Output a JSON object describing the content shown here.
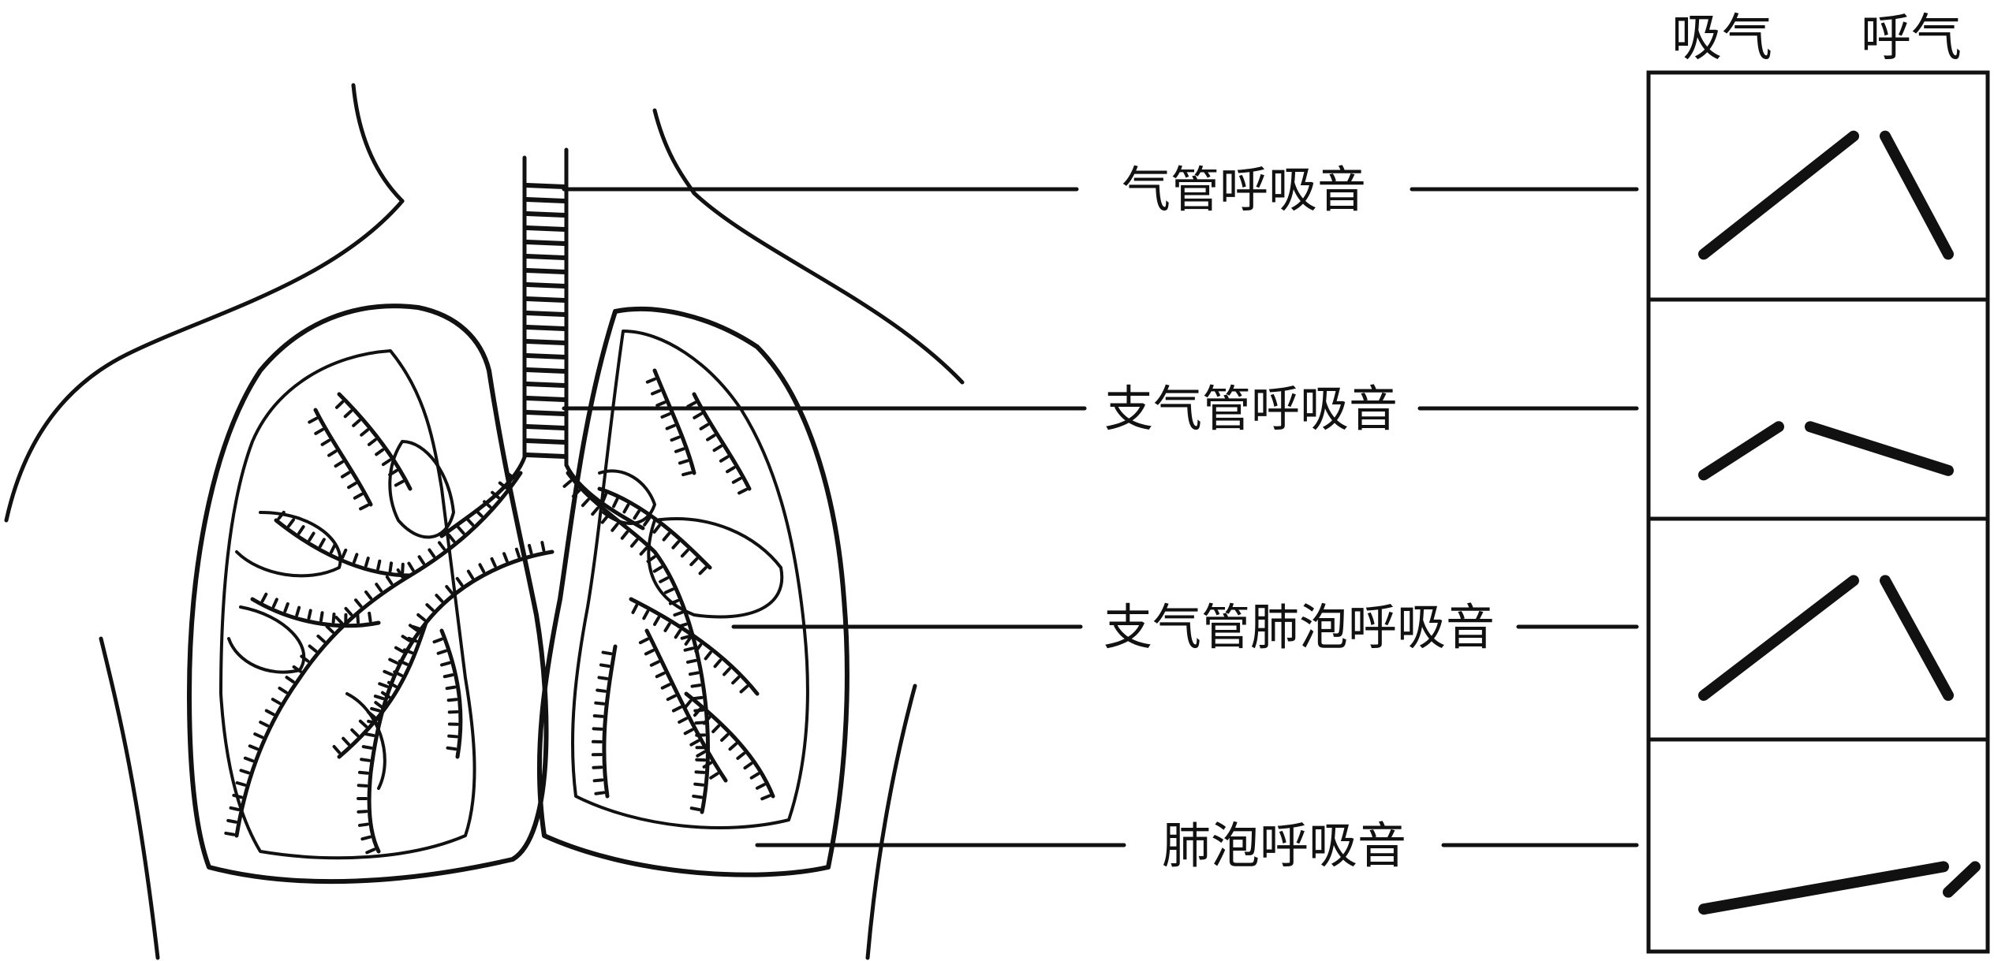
{
  "header": {
    "inhale": "吸气",
    "exhale": "呼气"
  },
  "labels": [
    {
      "id": "tracheal",
      "text": "气管呼吸音"
    },
    {
      "id": "bronchial",
      "text": "支气管呼吸音"
    },
    {
      "id": "bronchovesicular",
      "text": "支气管肺泡呼吸音"
    },
    {
      "id": "vesicular",
      "text": "肺泡呼吸音"
    }
  ],
  "breath_patterns": [
    {
      "label_ref": "tracheal",
      "inhale_ratio": 1.0,
      "exhale_ratio": 1.0
    },
    {
      "label_ref": "bronchial",
      "inhale_ratio": 0.5,
      "exhale_ratio": 1.2
    },
    {
      "label_ref": "bronchovesicular",
      "inhale_ratio": 1.0,
      "exhale_ratio": 1.0
    },
    {
      "label_ref": "vesicular",
      "inhale_ratio": 1.6,
      "exhale_ratio": 0.5
    }
  ],
  "colors": {
    "ink": "#111111",
    "background": "#ffffff"
  }
}
